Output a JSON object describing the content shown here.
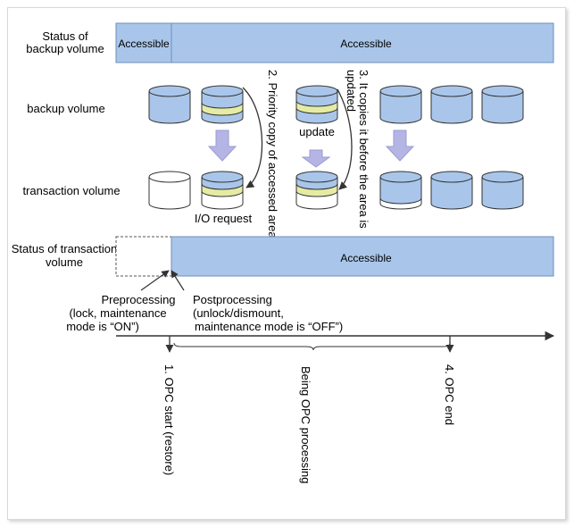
{
  "colors": {
    "accent": "#a9c6ea",
    "accent_border": "#6f8fb9",
    "yellow": "#e6eba3",
    "disk_white": "#ffffff",
    "arrow_purple": "#b5b5e5",
    "line": "#333333"
  },
  "status_backup": {
    "label_line1": "Status of",
    "label_line2": "backup volume",
    "seg1": "Accessible",
    "seg2": "Accessible"
  },
  "rows": {
    "backup_volume": "backup volume",
    "transaction_volume": "transaction volume"
  },
  "status_transaction": {
    "label_line1": "Status of transaction",
    "label_line2": "volume",
    "seg": "Accessible"
  },
  "annotations": {
    "priority_copy": "2. Priority copy of accessed area",
    "copies_before": "3. It copies it before the area is",
    "copies_before_2": "updated",
    "update": "update",
    "io_request": "I/O request"
  },
  "timeline": {
    "pre_line1": "Preprocessing",
    "pre_line2": "(lock, maintenance",
    "pre_line3": "mode is “ON”)",
    "post_line1": "Postprocessing",
    "post_line2": "(unlock/dismount,",
    "post_line3": "maintenance mode is “OFF”)",
    "opc_start": "1. OPC start (restore)",
    "being_opc": "Being OPC processing",
    "opc_end": "4. OPC end"
  }
}
